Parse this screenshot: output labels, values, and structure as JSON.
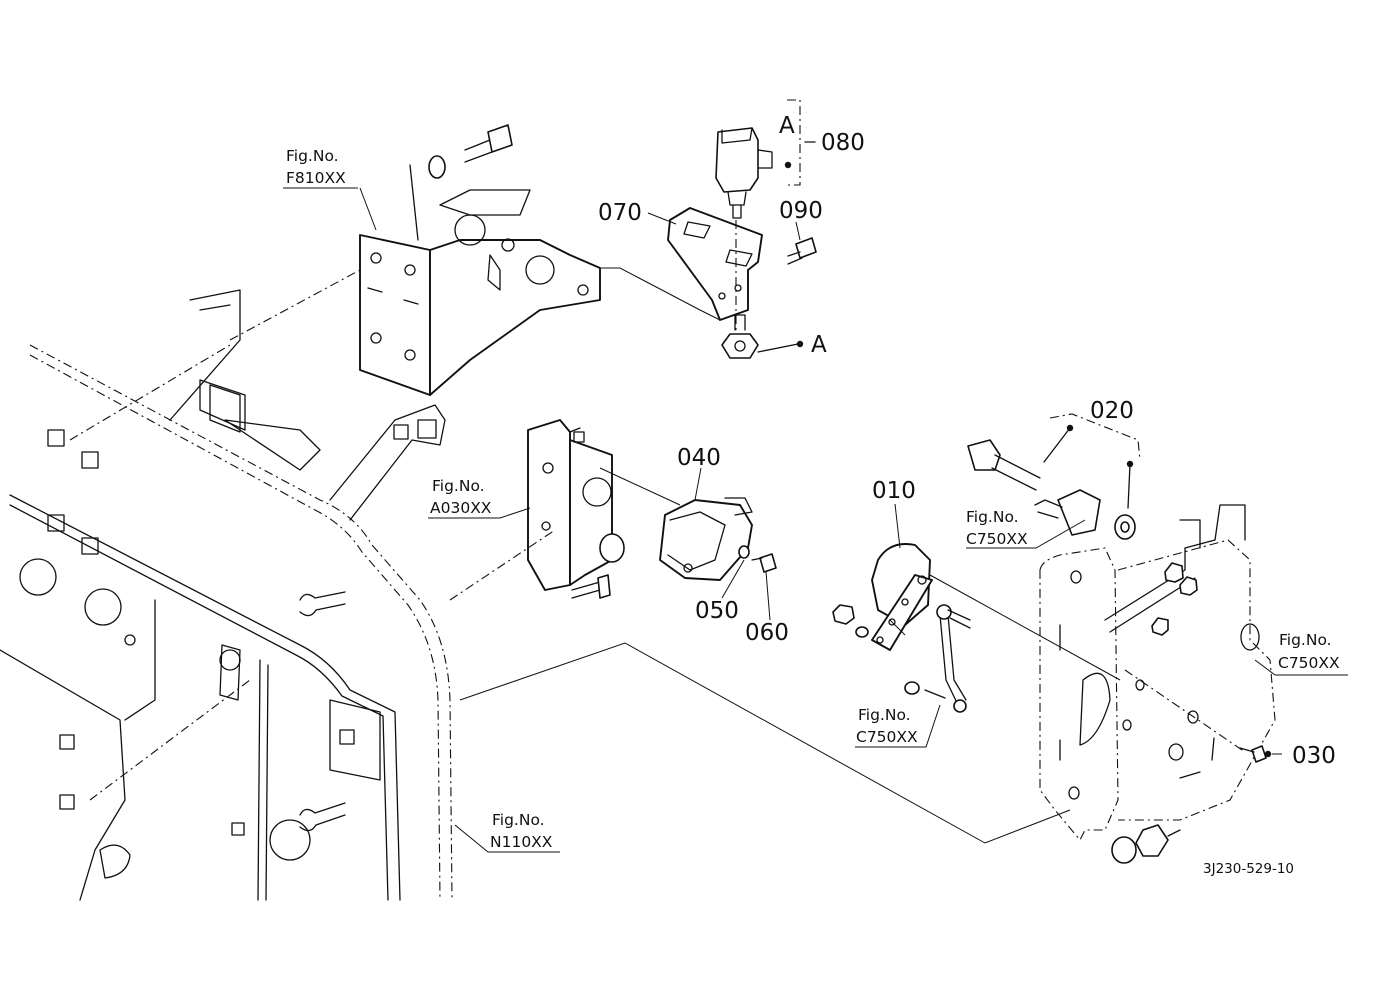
{
  "drawing_number": "3J230-529-10",
  "callouts": {
    "c010": "010",
    "c020": "020",
    "c030": "030",
    "c040": "040",
    "c050": "050",
    "c060": "060",
    "c070": "070",
    "c080": "080",
    "c090": "090",
    "detail_a_top": "A",
    "detail_a_nut": "A"
  },
  "figure_refs": {
    "f810": {
      "line1": "Fig.No.",
      "line2": "F810XX"
    },
    "a030": {
      "line1": "Fig.No.",
      "line2": "A030XX"
    },
    "c750_upper": {
      "line1": "Fig.No.",
      "line2": "C750XX"
    },
    "c750_right": {
      "line1": "Fig.No.",
      "line2": "C750XX"
    },
    "c750_link": {
      "line1": "Fig.No.",
      "line2": "C750XX"
    },
    "n110": {
      "line1": "Fig.No.",
      "line2": "N110XX"
    }
  },
  "colors": {
    "ink": "#111111",
    "paper": "#ffffff"
  }
}
